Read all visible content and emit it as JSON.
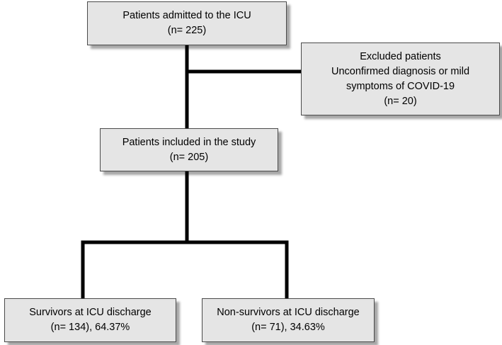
{
  "boxes": {
    "admitted": {
      "line1": "Patients admitted to the ICU",
      "line2": "(n= 225)"
    },
    "excluded": {
      "line1": "Excluded patients",
      "line2": "Unconfirmed diagnosis or mild",
      "line3": "symptoms of COVID-19",
      "line4": "(n= 20)"
    },
    "included": {
      "line1": "Patients included in the study",
      "line2": "(n= 205)"
    },
    "survivors": {
      "line1": "Survivors at ICU discharge",
      "line2": "(n= 134), 64.37%"
    },
    "non_survivors": {
      "line1": "Non-survivors at ICU discharge",
      "line2": "(n= 71), 34.63%"
    }
  }
}
